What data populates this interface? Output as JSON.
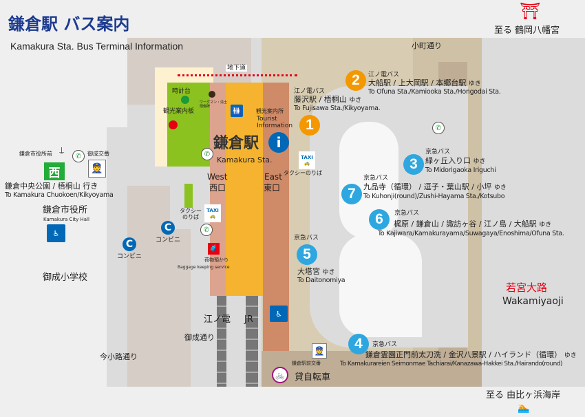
{
  "header": {
    "title": "鎌倉駅 バス案内",
    "subtitle": "Kamakura Sta. Bus Terminal Information",
    "to_shrine": "至る 鶴岡八幡宮",
    "to_beach": "至る 由比ヶ浜海岸"
  },
  "station": {
    "name_jp": "鎌倉駅",
    "name_en": "Kamakura Sta.",
    "west_en": "West",
    "west_jp": "西口",
    "east_en": "East",
    "east_jp": "東口",
    "underpass": "地下道",
    "clock": "時計台",
    "guide_board": "観光案内板",
    "wirgman": "ワーグマン・清士 頭像碑",
    "tourist_info_jp": "観光案内所",
    "tourist_info_en": "Tourist Information",
    "taxi_west": "タクシー のりば",
    "taxi_east": "タクシーのりば",
    "baggage_jp": "荷物預かり",
    "baggage_en": "Baggage keeping service",
    "enoden": "江ノ電",
    "jr": "JR",
    "police_east": "鎌倉駅前交番",
    "bike": "貸自転車",
    "taxi_label": "TAXI"
  },
  "streets": {
    "komachi": "小町通り",
    "wakamiya_jp": "若宮大路",
    "wakamiya_en": "Wakamiyaoji",
    "onari": "御成通り",
    "imakoji": "今小路通り",
    "school": "御成小学校"
  },
  "west_area": {
    "bus_stop": "鎌倉市役所前",
    "police": "御成交番",
    "west_badge": "西",
    "route_jp": "鎌倉中央公園 / 梧桐山 行き",
    "route_en": "To Kamakura Chuokoen/Kikyoyama",
    "city_hall_jp": "鎌倉市役所",
    "city_hall_en": "Kamakura City Hall",
    "conv1": "コンビニ",
    "conv2": "コンビニ"
  },
  "bus_stops": [
    {
      "num": "1",
      "company": "江ノ電バス",
      "dest_jp": "藤沢駅 / 梧桐山",
      "yuki": "ゆき",
      "dest_en": "To Fujisawa Sta./Kikyoyama.",
      "color": "#f39800"
    },
    {
      "num": "2",
      "company": "江ノ電バス",
      "dest_jp": "大船駅 / 上大岡駅 / 本郷台駅",
      "yuki": "ゆき",
      "dest_en": "To Ofuna Sta./Kamiooka Sta./Hongodai Sta.",
      "color": "#f39800"
    },
    {
      "num": "3",
      "company": "京急バス",
      "dest_jp": "緑ヶ丘入り口",
      "yuki": "ゆき",
      "dest_en": "To Midorigaoka Iriguchi",
      "color": "#2ea7e0"
    },
    {
      "num": "4",
      "company": "京急バス",
      "dest_jp": "鎌倉霊園正門前太刀洗 / 金沢八景駅 / ハイランド（循環）",
      "yuki": "ゆき",
      "dest_en": "To Kamakurareien Seimonmae Tachiarai/Kanazawa-Hakkei Sta./Hairando(round)",
      "color": "#2ea7e0"
    },
    {
      "num": "5",
      "company": "京急バス",
      "dest_jp": "大塔宮",
      "yuki": "ゆき",
      "dest_en": "To Daitonomiya",
      "color": "#2ea7e0"
    },
    {
      "num": "6",
      "company": "京急バス",
      "dest_jp": "梶原 / 鎌倉山 / 諏訪ヶ谷 / 江ノ島 / 大船駅",
      "yuki": "ゆき",
      "dest_en": "To Kajiwara/Kamakurayama/Suwagaya/Enoshima/Ofuna Sta.",
      "color": "#2ea7e0"
    },
    {
      "num": "7",
      "company": "京急バス",
      "dest_jp": "九品寺（循環） / 逗子・葉山駅 / 小坪",
      "yuki": "ゆき",
      "dest_en": "To Kuhonji(round)/Zushi-Hayama Sta./Kotsubo",
      "color": "#2ea7e0"
    }
  ]
}
